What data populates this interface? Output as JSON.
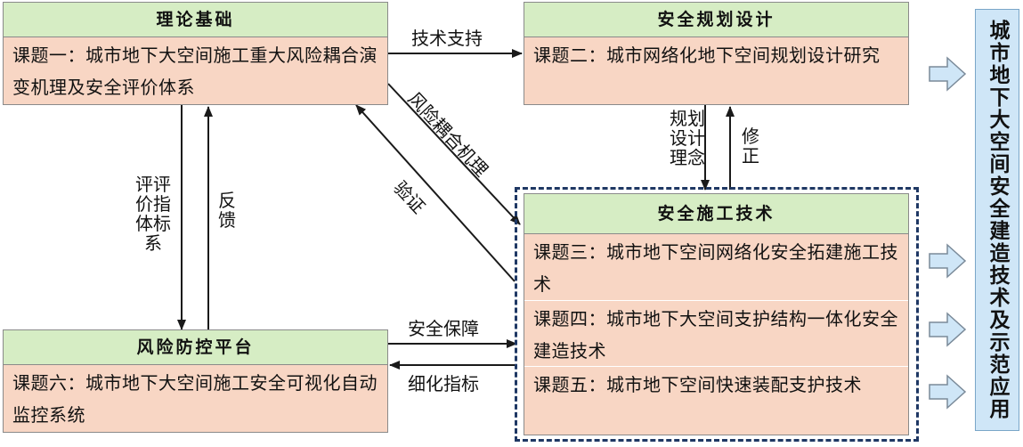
{
  "boxes": {
    "theory": {
      "title": "理论基础",
      "topic": "课题一：城市地下大空间施工重大风险耦合演变机理及安全评价体系"
    },
    "planning": {
      "title": "安全规划设计",
      "topic": "课题二：城市网络化地下空间规划设计研究"
    },
    "construction": {
      "title": "安全施工技术",
      "topics": [
        "课题三：城市地下空间网络化安全拓建施工技术",
        "课题四：城市地下大空间支护结构一体化安全建造技术",
        "课题五：城市地下空间快速装配支护技术"
      ]
    },
    "risk": {
      "title": "风险防控平台",
      "topic": "课题六：城市地下大空间施工安全可视化自动监控系统"
    }
  },
  "labels": {
    "tech_support": "技术支持",
    "planning_concept": "规划设计理念",
    "revise": "修正",
    "risk_mechanism": "风险耦合机理",
    "verify": "验证",
    "evaluation": "评评价指体标系",
    "feedback": "反馈",
    "safety_guarantee": "安全保障",
    "refined_index": "细化指标"
  },
  "side_text": "城市地下大空间安全建造技术及示范应用",
  "colors": {
    "header": "#d6edc4",
    "body": "#f8d6c4",
    "side": "#cfe6f7",
    "dashed_border": "#1f3864",
    "block_arrow": "#cfe6f7"
  }
}
